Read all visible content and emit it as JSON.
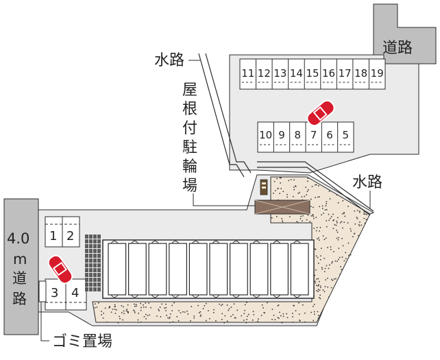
{
  "labels": {
    "road_top": "道路",
    "waterway_top": "水路",
    "waterway_right": "水路",
    "roofed_bike_parking": [
      "屋",
      "根",
      "付",
      "駐",
      "輪",
      "場"
    ],
    "road_left_width": "4.0",
    "road_left_unit": "m",
    "road_left_chars": [
      "道",
      "路"
    ],
    "garbage": "ゴミ置場"
  },
  "parking": {
    "upper_row": [
      "11",
      "12",
      "13",
      "14",
      "15",
      "16",
      "17",
      "18",
      "19"
    ],
    "middle_row": [
      "10",
      "9",
      "8",
      "7",
      "6",
      "5"
    ],
    "left_top": [
      "1",
      "2"
    ],
    "left_bottom": [
      "3",
      "4"
    ]
  },
  "building": {
    "unit_count": 10
  },
  "colors": {
    "lot": "#ebebec",
    "road": "#bfbfbf",
    "gravel": "#f1e6d6",
    "bike_roof": "#8a7060",
    "line": "#2a2a2a",
    "car": "#d81b2c",
    "tile": "#5d5d5d"
  }
}
